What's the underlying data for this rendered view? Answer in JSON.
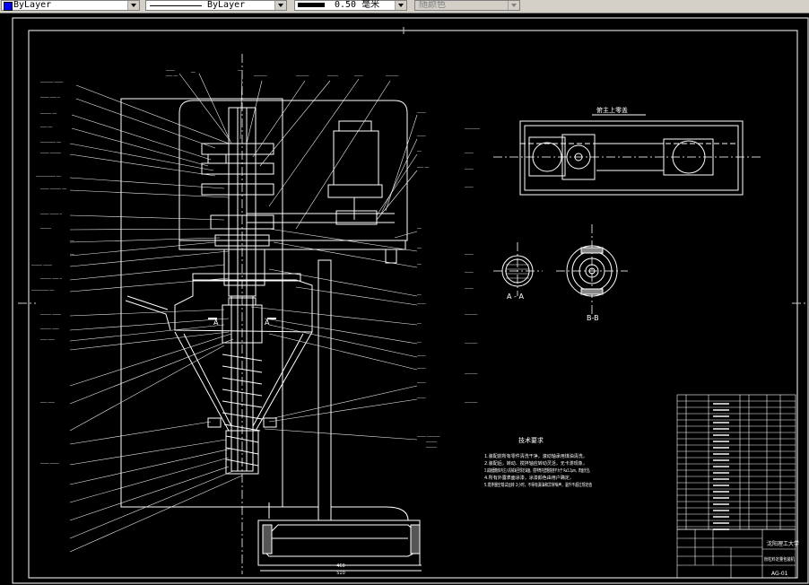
{
  "toolbar": {
    "layer": {
      "value": "ByLayer",
      "color": "#0000ff"
    },
    "linetype": {
      "value": "ByLayer"
    },
    "lineweight": {
      "value": "0.50 毫米"
    },
    "plotstyle": {
      "value": "随颜色"
    }
  },
  "drawing": {
    "view_top_title": "俯主上零盖",
    "section_aa": "A - A",
    "section_bb": "B-B",
    "section_marker": "A",
    "tech_req_title": "技术要求",
    "tech_requirements": [
      "1.装配前所有零件清洗干净，滚动轴承用煤油清洗，",
      "2.装配后，转动、搅拌轴应转动灵活，无卡滞现象，",
      "3.减速器箱体内注入机械油至规定油面，搅拌筒内壁粗糙度不大于 Ra3.2μm，表面光洁，",
      "4.所有外露表面涂漆，涂漆颜色由用户确定，",
      "5.搅拌器空载试运转 2小时，不得有漏油和异常噪声，温升不超过规定值"
    ],
    "title_block": {
      "school": "沈阳理工大学",
      "drawing_name": "粉粒料定量包装机",
      "drawing_no": "AG-01"
    }
  },
  "colors": {
    "background": "#000000",
    "lines": "#ffffff",
    "toolbar": "#d4d0c8"
  }
}
